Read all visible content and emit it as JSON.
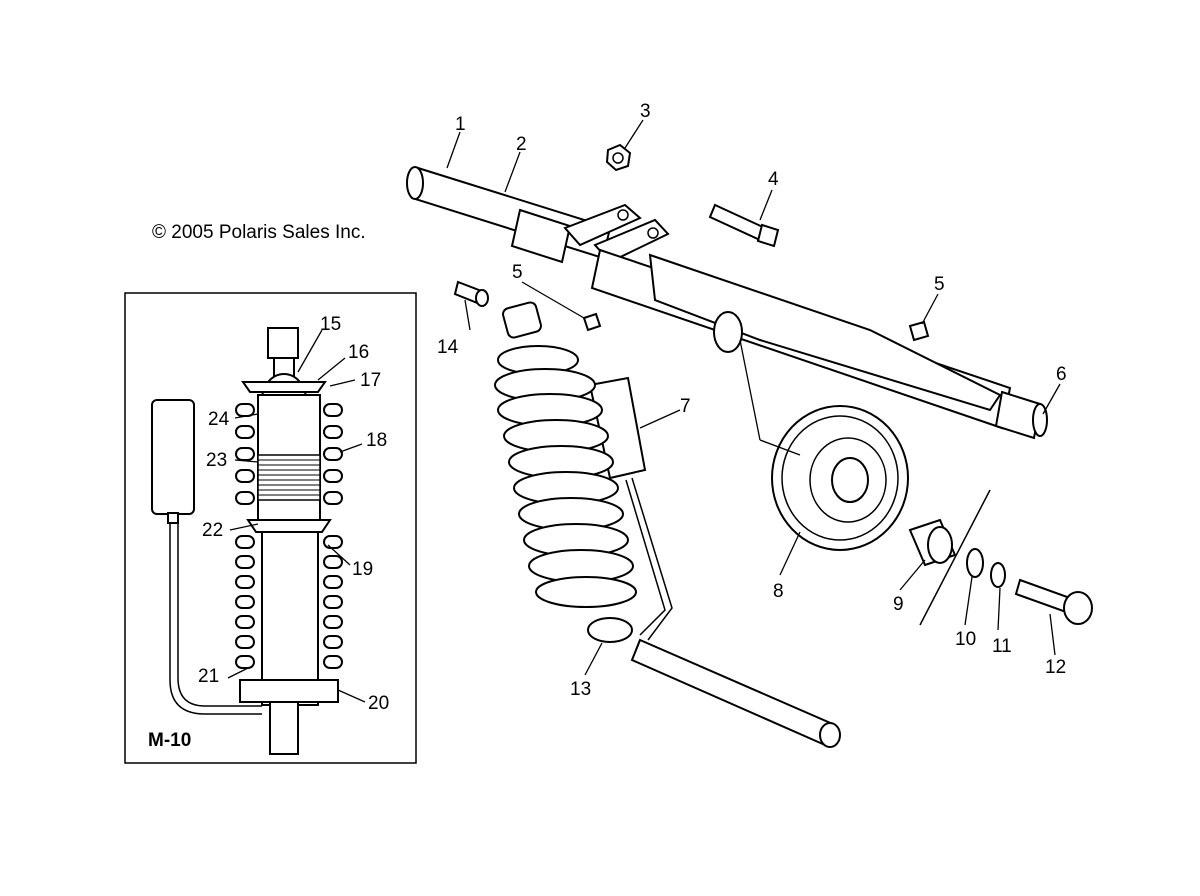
{
  "copyright": "© 2005 Polaris Sales Inc.",
  "inset_label": "M-10",
  "callouts": {
    "c1": "1",
    "c2": "2",
    "c3": "3",
    "c4": "4",
    "c5a": "5",
    "c5b": "5",
    "c6": "6",
    "c7": "7",
    "c8": "8",
    "c9": "9",
    "c10": "10",
    "c11": "11",
    "c12": "12",
    "c13": "13",
    "c14": "14",
    "c15": "15",
    "c16": "16",
    "c17": "17",
    "c18": "18",
    "c19": "19",
    "c20": "20",
    "c21": "21",
    "c22": "22",
    "c23": "23",
    "c24": "24"
  }
}
